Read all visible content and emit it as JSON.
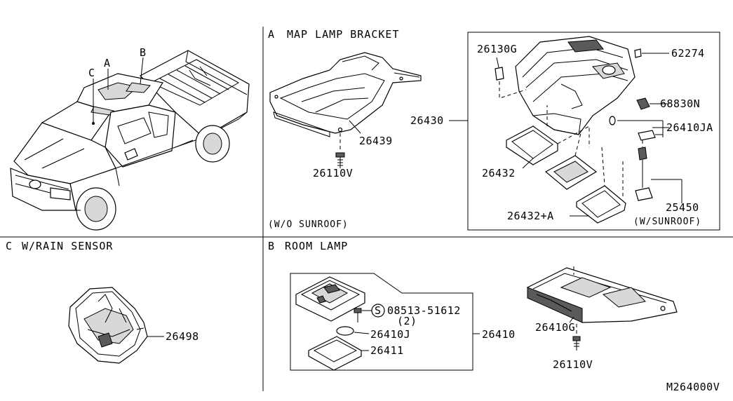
{
  "sections": {
    "A": {
      "letter": "A",
      "title": "MAP LAMP BRACKET"
    },
    "B": {
      "letter": "B",
      "title": "ROOM LAMP"
    },
    "C": {
      "letter": "C",
      "title": "W/RAIN SENSOR"
    }
  },
  "vehicle_markers": {
    "a": "A",
    "b": "B",
    "c": "C"
  },
  "bracket": {
    "part_bracket": "26439",
    "part_screw": "26110V",
    "note": "(W/O SUNROOF)"
  },
  "map_lamp": {
    "assembly": "26430",
    "parts": {
      "p26130g": "26130G",
      "p62274": "62274",
      "p68830n": "68830N",
      "p26410ja": "26410JA",
      "p26432": "26432",
      "p25450": "25450",
      "p26432a": "26432+A"
    },
    "note": "(W/SUNROOF)"
  },
  "rain_sensor": {
    "part": "26498"
  },
  "room_lamp": {
    "assembly": "26410",
    "screw_symbol": "S",
    "screw_part": "08513-51612",
    "screw_qty": "(2)",
    "bulb": "26410J",
    "lens": "26411",
    "finisher": "26410G",
    "finisher_screw": "26110V"
  },
  "diagram_code": "M264000V"
}
